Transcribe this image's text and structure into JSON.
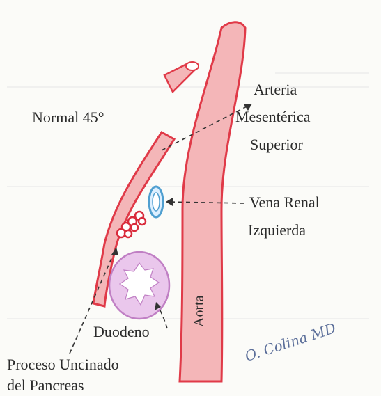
{
  "labels": {
    "normal_angle": "Normal 45°",
    "artery_line1": "Arteria",
    "artery_line2": "Mesentérica",
    "artery_line3": "Superior",
    "vein_line1": "Vena Renal",
    "vein_line2": "Izquierda",
    "aorta": "Aorta",
    "duodenum": "Duodeno",
    "process_line1": "Proceso Uncinado",
    "process_line2": "del Pancreas"
  },
  "signature": "O. Colina MD",
  "colors": {
    "vessel_fill": "#f4b6b8",
    "vessel_edge": "#e03a48",
    "vein": "#4f9fd0",
    "pancreas_cells": "#d92b3b",
    "duodenum_fill": "#eac7ec",
    "duodenum_edge": "#c07fc4",
    "arrow": "#333333"
  }
}
